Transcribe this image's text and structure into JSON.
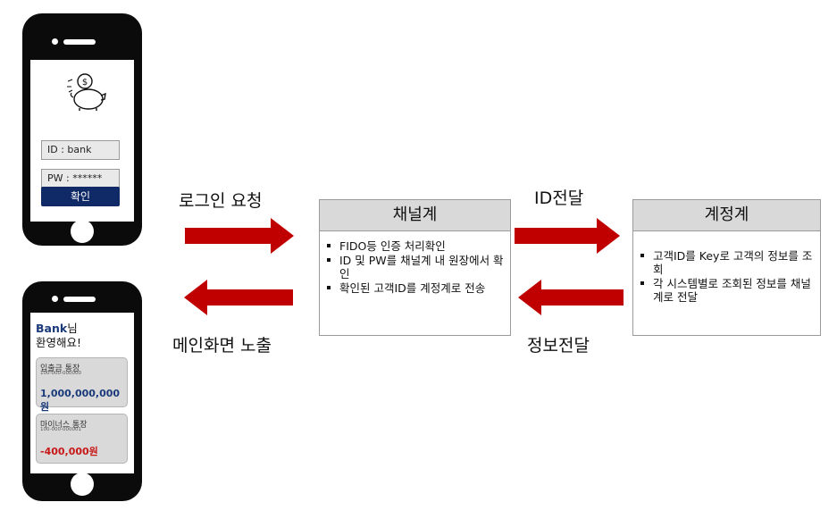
{
  "login_phone": {
    "id_field": "ID  : bank",
    "pw_field": "PW : ******",
    "confirm_button": "확인"
  },
  "main_phone": {
    "welcome_name": "Bank",
    "welcome_suffix": "님",
    "welcome_line2": "환영해요!",
    "accounts": [
      {
        "name": "입출금 통장",
        "number": "100-000-000000",
        "balance": "1,000,000,000원",
        "status": "positive"
      },
      {
        "name": "마이너스 통장",
        "number": "100-000-000001",
        "balance": "-400,000원",
        "status": "negative"
      }
    ]
  },
  "flows": {
    "login_request": "로그인 요청",
    "main_screen": "메인화면 노출",
    "id_transfer": "ID전달",
    "info_transfer": "정보전달"
  },
  "channel_box": {
    "title": "채널계",
    "items": [
      "FIDO등 인증 처리확인",
      "ID 및 PW를 채널계 내 원장에서 확인",
      "확인된 고객ID를 계정계로 전송"
    ]
  },
  "account_box": {
    "title": "계정계",
    "items": [
      "고객ID를 Key로 고객의 정보를 조회",
      "각 시스템별로 조회된 정보를 채널계로 전달"
    ]
  },
  "colors": {
    "arrow": "#c00000",
    "header_fill": "#d9d9d9",
    "confirm_button": "#0f2a66"
  }
}
